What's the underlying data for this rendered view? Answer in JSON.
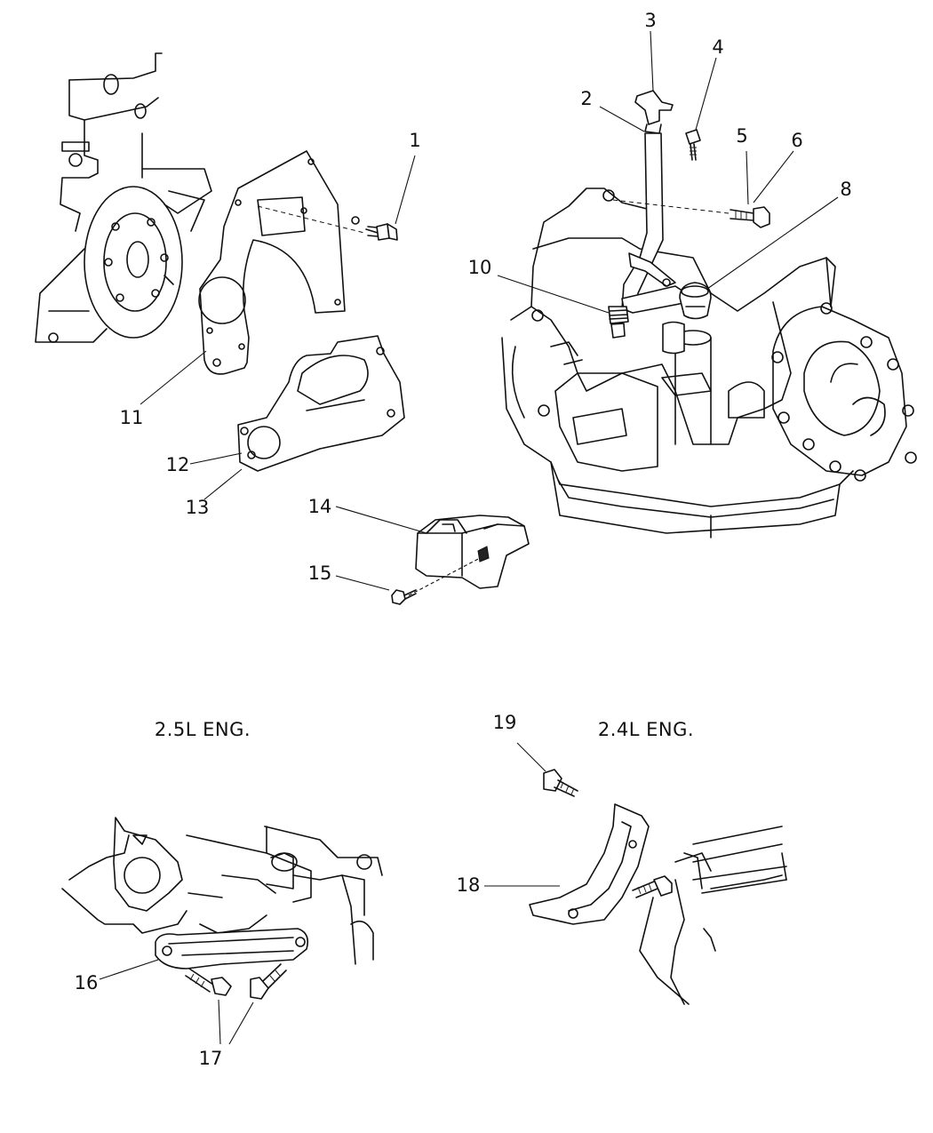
{
  "sections": {
    "eng_25": "2.5L ENG.",
    "eng_24": "2.4L ENG."
  },
  "callouts": {
    "c1": "1",
    "c2": "2",
    "c3": "3",
    "c4": "4",
    "c5": "5",
    "c6": "6",
    "c8": "8",
    "c10": "10",
    "c11": "11",
    "c12": "12",
    "c13": "13",
    "c14": "14",
    "c15": "15",
    "c16": "16",
    "c17": "17",
    "c18": "18",
    "c19": "19"
  },
  "colors": {
    "line": "#111111",
    "paper": "#ffffff"
  }
}
